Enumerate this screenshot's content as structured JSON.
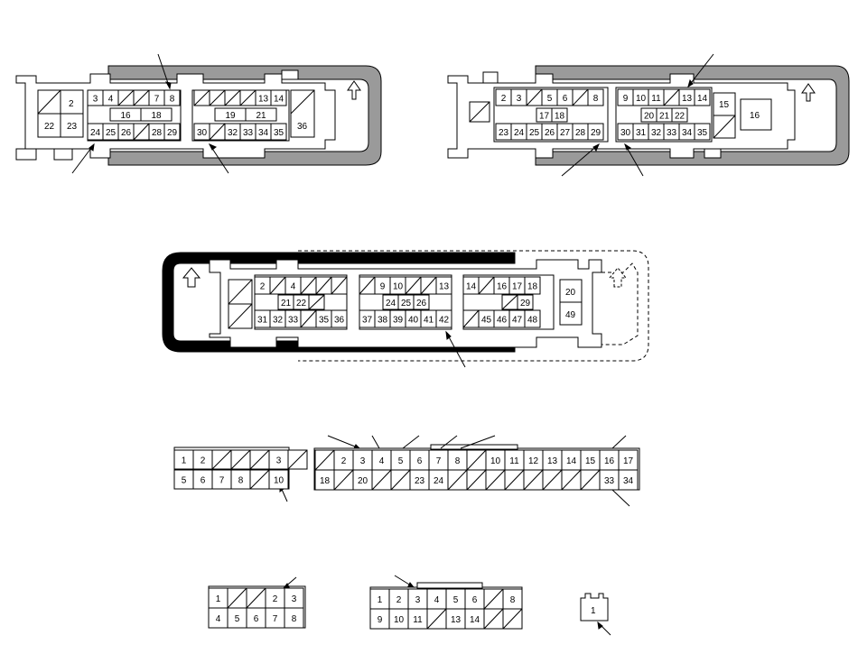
{
  "connector_a": {
    "t1": [
      [
        "2"
      ],
      [
        "3",
        "4",
        "",
        "",
        "",
        "7",
        "8"
      ]
    ],
    "r1": [
      "22",
      "23"
    ],
    "row_top": [
      "3",
      "4",
      "",
      "",
      "7",
      "8"
    ],
    "row_mid": [
      "16",
      "18"
    ],
    "row_bot": [
      "24",
      "25",
      "26",
      "",
      "28",
      "29"
    ],
    "right_top": [
      "",
      "",
      "",
      "",
      "13",
      "14"
    ],
    "right_mid": [
      "19",
      "21"
    ],
    "right_bot": [
      "30",
      "",
      "32",
      "33",
      "34",
      "35"
    ],
    "big_right": "36"
  },
  "connector_b": {
    "left_top": [
      "2",
      "3",
      "",
      "5",
      "6",
      "",
      "8"
    ],
    "left_mid": [
      "17",
      "18"
    ],
    "left_bot": [
      "23",
      "24",
      "25",
      "26",
      "27",
      "28",
      "29"
    ],
    "right_top": [
      "9",
      "10",
      "11",
      "",
      "13",
      "14"
    ],
    "right_mid": [
      "20",
      "21",
      "22"
    ],
    "right_bot": [
      "30",
      "31",
      "32",
      "33",
      "34",
      "35"
    ],
    "side_top": "15",
    "big": "16"
  },
  "connector_c": {
    "g1_top": [
      "2",
      "",
      "4",
      "",
      "",
      ""
    ],
    "g1_mid": [
      "21",
      "22",
      ""
    ],
    "g1_bot": [
      "31",
      "32",
      "33",
      "",
      "35",
      "36"
    ],
    "g2_top": [
      "",
      "9",
      "10",
      "",
      "",
      "13"
    ],
    "g2_mid": [
      "24",
      "25",
      "26"
    ],
    "g2_bot": [
      "37",
      "38",
      "39",
      "40",
      "41",
      "42"
    ],
    "g3_top": [
      "14",
      "",
      "16",
      "17",
      "18"
    ],
    "g3_mid": [
      "",
      "29"
    ],
    "g3_bot": [
      "",
      "45",
      "46",
      "47",
      "48"
    ],
    "g4": [
      "20",
      "49"
    ]
  },
  "connector_d": {
    "top": [
      "1",
      "2",
      "",
      "",
      "",
      "3",
      ""
    ],
    "bot": [
      "5",
      "6",
      "7",
      "8",
      "",
      "10"
    ]
  },
  "connector_e": {
    "top": [
      "",
      "2",
      "3",
      "4",
      "5",
      "6",
      "7",
      "8",
      "",
      "10",
      "11",
      "12",
      "13",
      "14",
      "15",
      "16",
      "17"
    ],
    "bot": [
      "18",
      "",
      "20",
      "",
      "",
      "23",
      "24",
      "",
      "",
      "",
      "",
      "",
      "",
      "",
      "",
      "33",
      "34"
    ]
  },
  "connector_f": {
    "top": [
      "1",
      "",
      "",
      "2",
      "3"
    ],
    "bot": [
      "4",
      "5",
      "6",
      "7",
      "8"
    ]
  },
  "connector_g": {
    "top": [
      "1",
      "2",
      "3",
      "4",
      "5",
      "6",
      "",
      "8"
    ],
    "bot": [
      "9",
      "10",
      "11",
      "",
      "13",
      "14",
      "",
      ""
    ]
  },
  "connector_h": {
    "label": "1"
  }
}
